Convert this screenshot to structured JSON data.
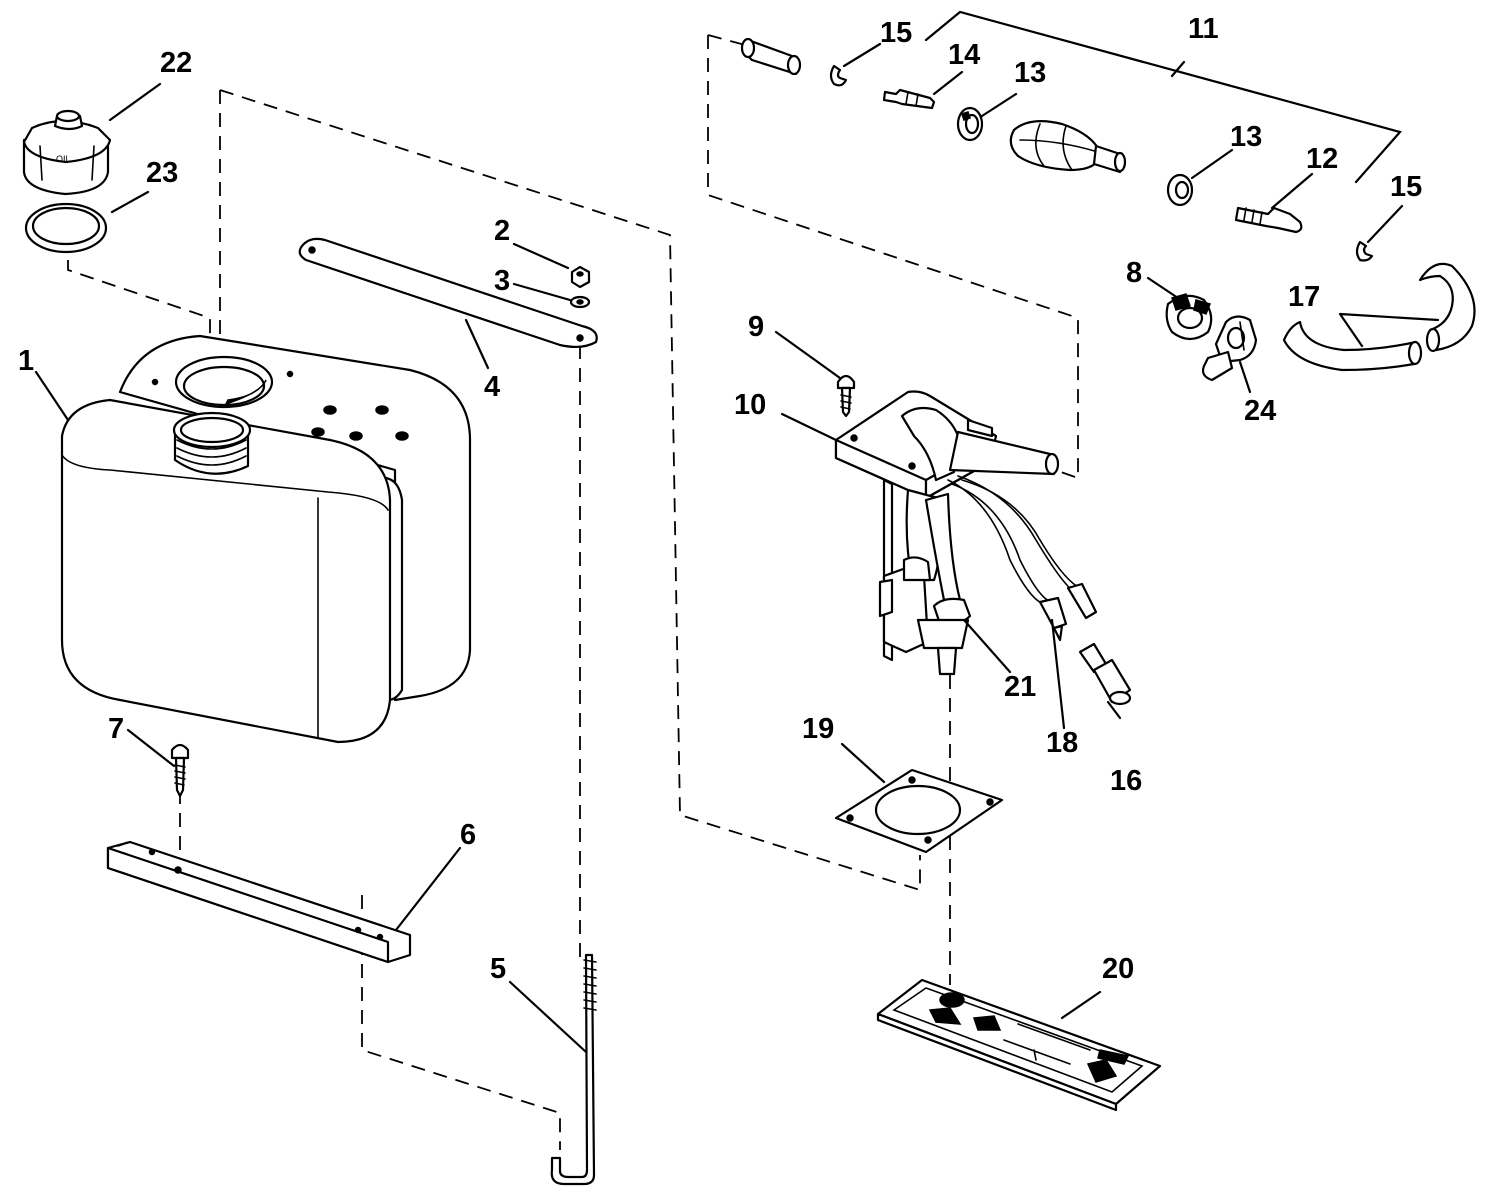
{
  "callouts": {
    "c1": "1",
    "c2": "2",
    "c3": "3",
    "c4": "4",
    "c5": "5",
    "c6": "6",
    "c7": "7",
    "c8": "8",
    "c9": "9",
    "c10": "10",
    "c11": "11",
    "c12": "12",
    "c13a": "13",
    "c13b": "13",
    "c14": "14",
    "c15a": "15",
    "c15b": "15",
    "c16": "16",
    "c17": "17",
    "c18": "18",
    "c19": "19",
    "c20": "20",
    "c21": "21",
    "c22": "22",
    "c23": "23",
    "c24": "24"
  },
  "cap_marking": "OIL"
}
